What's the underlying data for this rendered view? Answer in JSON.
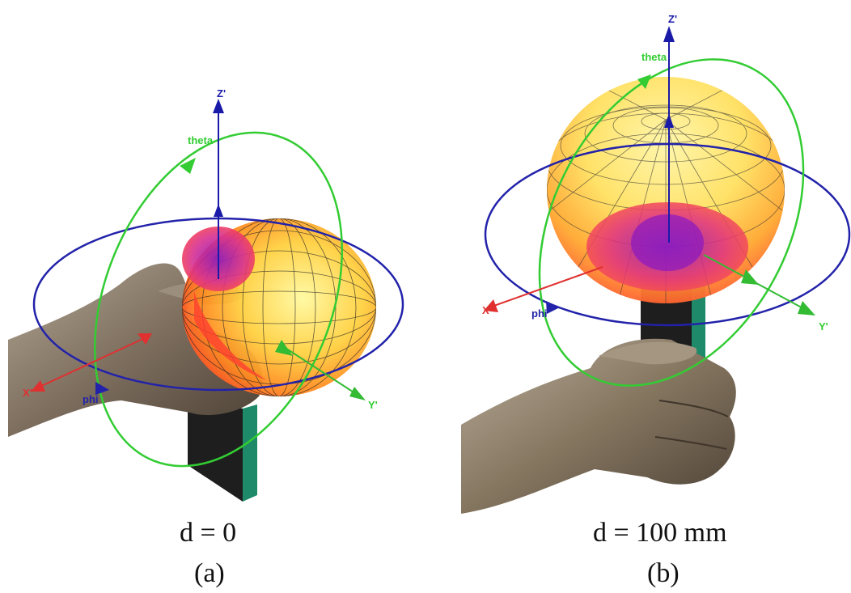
{
  "colors": {
    "theta_ring": "#33cc33",
    "phi_ring": "#2222aa",
    "z_axis": "#1a1aa8",
    "x_axis": "#e03030",
    "y_axis": "#33bb33",
    "pattern_hot": "#ff3a2a",
    "pattern_mid": "#ffb020",
    "pattern_cool": "#fff27a",
    "pattern_core": "#a020c0",
    "hand": "#8a7a68",
    "device_body": "#1e1e1e",
    "device_edge": "#1f8a6a"
  },
  "panels": [
    {
      "axes": {
        "z": "Z'",
        "y": "Y'",
        "x": "X'",
        "theta": "theta",
        "phi": "phi"
      },
      "caption_d": "d = 0",
      "caption_label": "(a)"
    },
    {
      "axes": {
        "z": "Z'",
        "y": "Y'",
        "x": "X'",
        "theta": "theta",
        "phi": "phi"
      },
      "caption_d": "d = 100 mm",
      "caption_label": "(b)"
    }
  ]
}
